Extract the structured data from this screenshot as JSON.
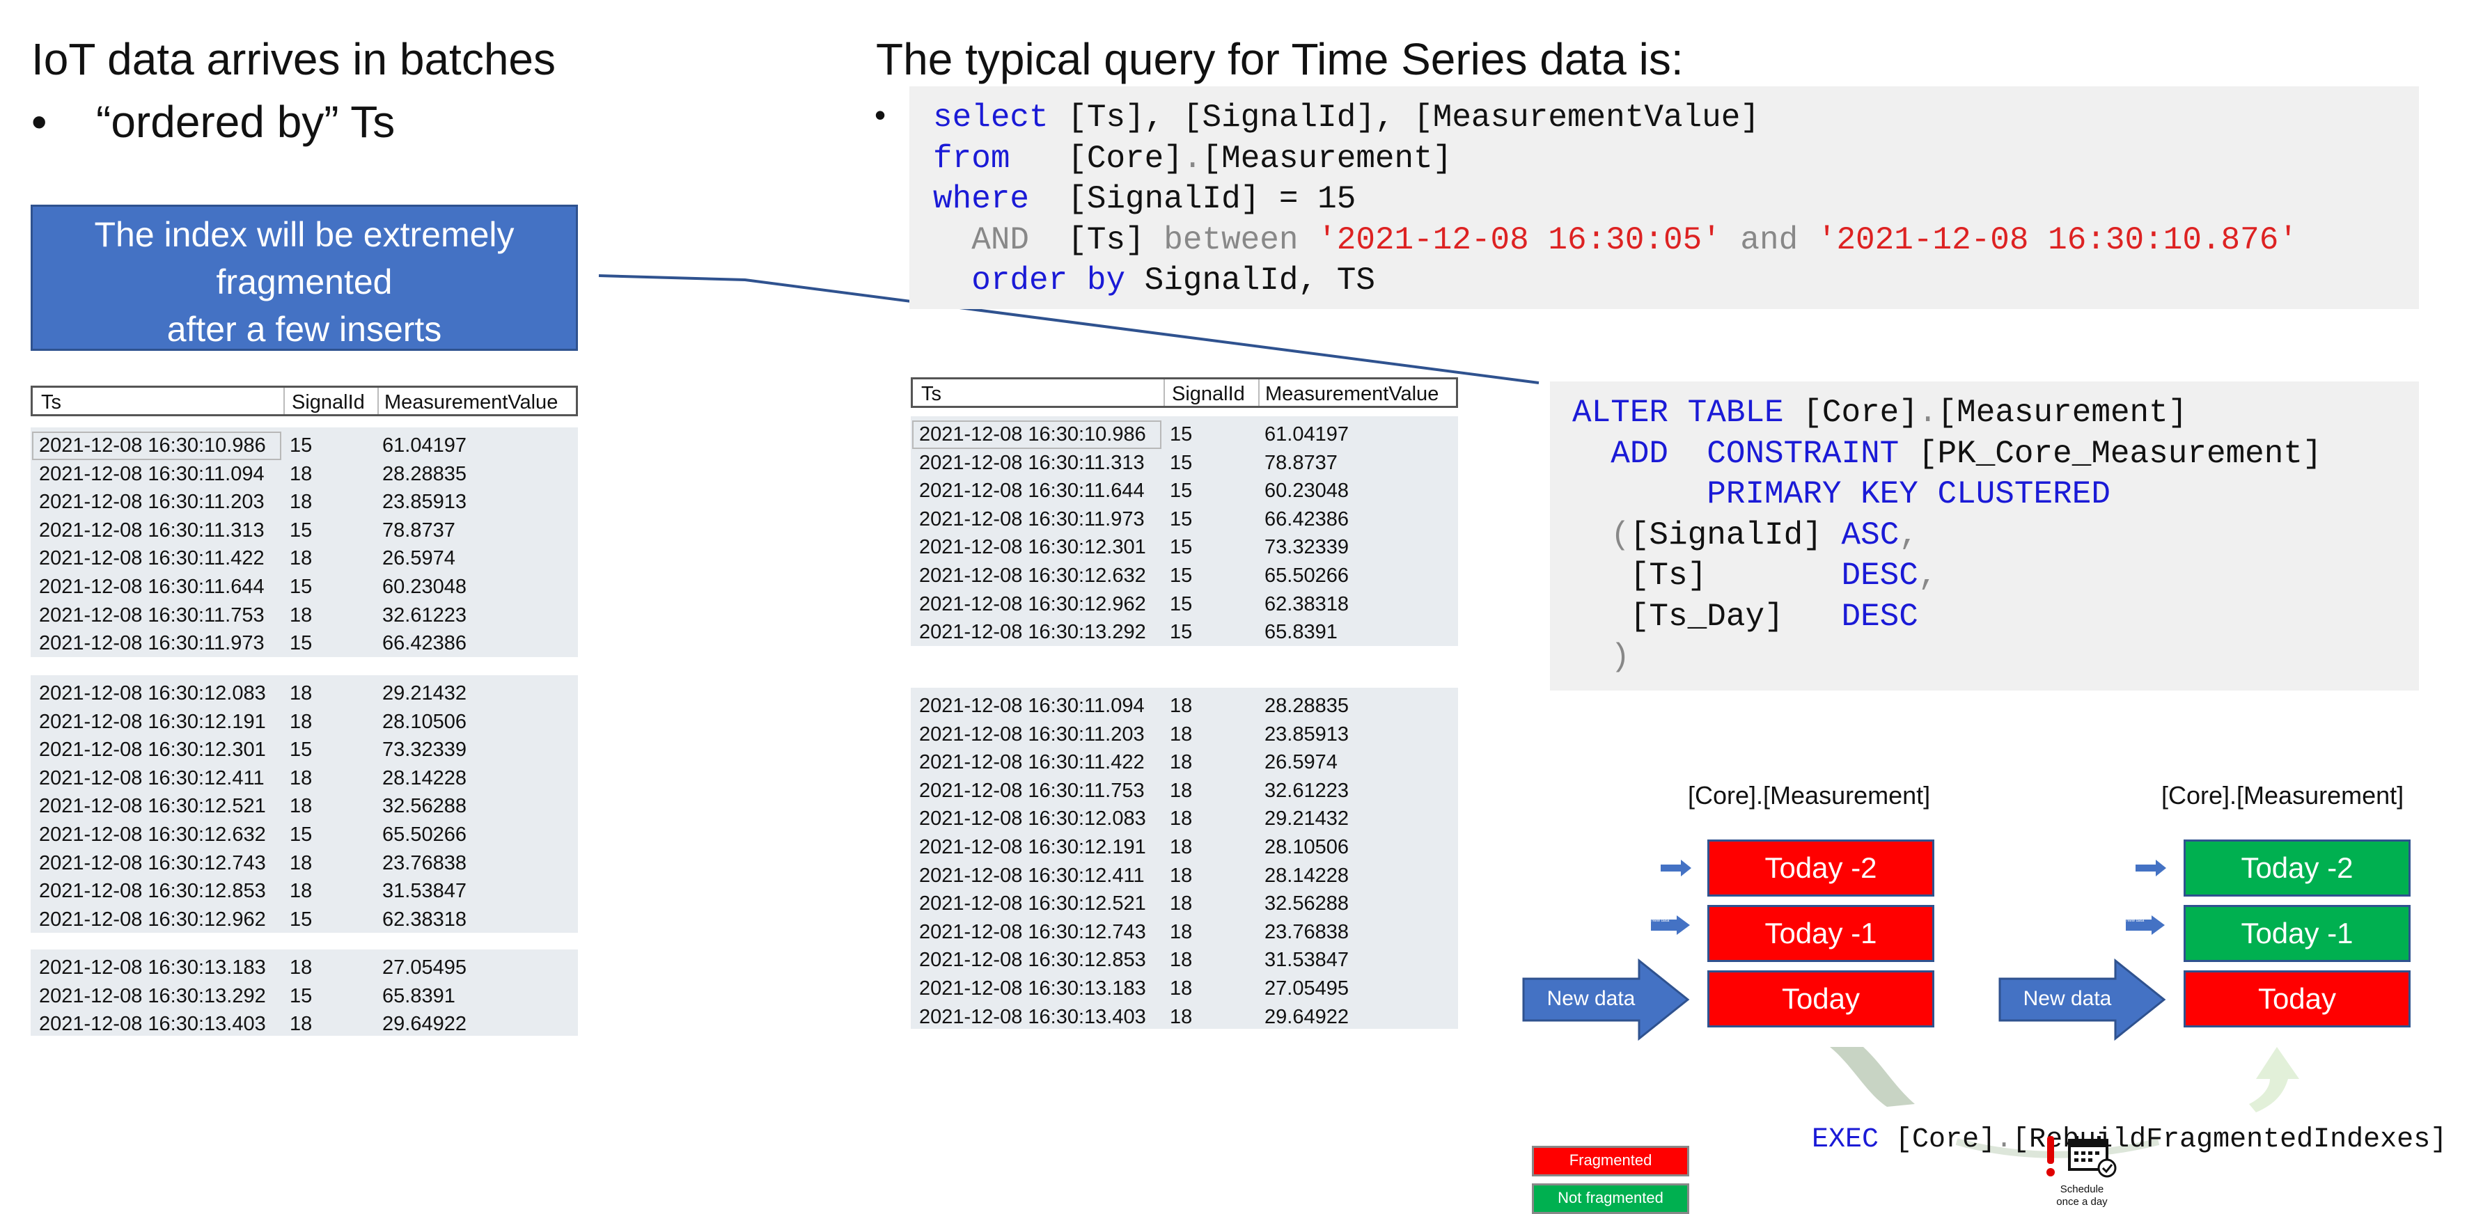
{
  "left": {
    "heading": "IoT data arrives in batches",
    "bullet": "“ordered by” Ts",
    "callout_lines": [
      "The index will be extremely",
      "fragmented",
      "after a few inserts"
    ],
    "columns": [
      "Ts",
      "SignalId",
      "MeasurementValue"
    ],
    "blocks": [
      [
        [
          "2021-12-08 16:30:10.986",
          "15",
          "61.04197"
        ],
        [
          "2021-12-08 16:30:11.094",
          "18",
          "28.28835"
        ],
        [
          "2021-12-08 16:30:11.203",
          "18",
          "23.85913"
        ],
        [
          "2021-12-08 16:30:11.313",
          "15",
          "78.8737"
        ],
        [
          "2021-12-08 16:30:11.422",
          "18",
          "26.5974"
        ],
        [
          "2021-12-08 16:30:11.644",
          "15",
          "60.23048"
        ],
        [
          "2021-12-08 16:30:11.753",
          "18",
          "32.61223"
        ],
        [
          "2021-12-08 16:30:11.973",
          "15",
          "66.42386"
        ]
      ],
      [
        [
          "2021-12-08 16:30:12.083",
          "18",
          "29.21432"
        ],
        [
          "2021-12-08 16:30:12.191",
          "18",
          "28.10506"
        ],
        [
          "2021-12-08 16:30:12.301",
          "15",
          "73.32339"
        ],
        [
          "2021-12-08 16:30:12.411",
          "18",
          "28.14228"
        ],
        [
          "2021-12-08 16:30:12.521",
          "18",
          "32.56288"
        ],
        [
          "2021-12-08 16:30:12.632",
          "15",
          "65.50266"
        ],
        [
          "2021-12-08 16:30:12.743",
          "18",
          "23.76838"
        ],
        [
          "2021-12-08 16:30:12.853",
          "18",
          "31.53847"
        ],
        [
          "2021-12-08 16:30:12.962",
          "15",
          "62.38318"
        ]
      ],
      [
        [
          "2021-12-08 16:30:13.183",
          "18",
          "27.05495"
        ],
        [
          "2021-12-08 16:30:13.292",
          "15",
          "65.8391"
        ],
        [
          "2021-12-08 16:30:13.403",
          "18",
          "29.64922"
        ]
      ]
    ]
  },
  "right": {
    "heading": "The typical query for Time Series data is:",
    "query_lines": [
      [
        {
          "t": "select ",
          "c": "kw"
        },
        {
          "t": "[Ts], [SignalId], [MeasurementValue]",
          "c": ""
        }
      ],
      [
        {
          "t": "from   ",
          "c": "kw"
        },
        {
          "t": "[Core]",
          "c": ""
        },
        {
          "t": ".",
          "c": "gr"
        },
        {
          "t": "[Measurement]",
          "c": ""
        }
      ],
      [
        {
          "t": "where  ",
          "c": "kw"
        },
        {
          "t": "[SignalId] = 15",
          "c": ""
        }
      ],
      [
        {
          "t": "  AND  ",
          "c": "gr"
        },
        {
          "t": "[Ts] ",
          "c": ""
        },
        {
          "t": "between ",
          "c": "gr"
        },
        {
          "t": "'2021-12-08 16:30:05'",
          "c": "str"
        },
        {
          "t": " and ",
          "c": "gr"
        },
        {
          "t": "'2021-12-08 16:30:10.876'",
          "c": "str"
        }
      ],
      [
        {
          "t": "  ",
          "c": ""
        },
        {
          "t": "order by ",
          "c": "kw"
        },
        {
          "t": "SignalId, TS",
          "c": ""
        }
      ]
    ],
    "alter_lines": [
      [
        {
          "t": "ALTER TABLE ",
          "c": "kw"
        },
        {
          "t": "[Core]",
          "c": ""
        },
        {
          "t": ".",
          "c": "gr"
        },
        {
          "t": "[Measurement]",
          "c": ""
        }
      ],
      [
        {
          "t": "  ADD  ",
          "c": "kw"
        },
        {
          "t": "CONSTRAINT ",
          "c": "kw"
        },
        {
          "t": "[PK_Core_Measurement]",
          "c": ""
        }
      ],
      [
        {
          "t": "       PRIMARY KEY CLUSTERED",
          "c": "kw"
        }
      ],
      [
        {
          "t": "  ",
          "c": ""
        },
        {
          "t": "(",
          "c": "gr"
        },
        {
          "t": "[SignalId] ",
          "c": ""
        },
        {
          "t": "ASC",
          "c": "kw"
        },
        {
          "t": ",",
          "c": "gr"
        }
      ],
      [
        {
          "t": "   [Ts]       ",
          "c": ""
        },
        {
          "t": "DESC",
          "c": "kw"
        },
        {
          "t": ",",
          "c": "gr"
        }
      ],
      [
        {
          "t": "   [Ts_Day]   ",
          "c": ""
        },
        {
          "t": "DESC",
          "c": "kw"
        }
      ],
      [
        {
          "t": "  )",
          "c": "gr"
        }
      ]
    ],
    "columns": [
      "Ts",
      "SignalId",
      "MeasurementValue"
    ],
    "blocks": [
      [
        [
          "2021-12-08 16:30:10.986",
          "15",
          "61.04197"
        ],
        [
          "2021-12-08 16:30:11.313",
          "15",
          "78.8737"
        ],
        [
          "2021-12-08 16:30:11.644",
          "15",
          "60.23048"
        ],
        [
          "2021-12-08 16:30:11.973",
          "15",
          "66.42386"
        ],
        [
          "2021-12-08 16:30:12.301",
          "15",
          "73.32339"
        ],
        [
          "2021-12-08 16:30:12.632",
          "15",
          "65.50266"
        ],
        [
          "2021-12-08 16:30:12.962",
          "15",
          "62.38318"
        ],
        [
          "2021-12-08 16:30:13.292",
          "15",
          "65.8391"
        ]
      ],
      [
        [
          "2021-12-08 16:30:11.094",
          "18",
          "28.28835"
        ],
        [
          "2021-12-08 16:30:11.203",
          "18",
          "23.85913"
        ],
        [
          "2021-12-08 16:30:11.422",
          "18",
          "26.5974"
        ],
        [
          "2021-12-08 16:30:11.753",
          "18",
          "32.61223"
        ],
        [
          "2021-12-08 16:30:12.083",
          "18",
          "29.21432"
        ],
        [
          "2021-12-08 16:30:12.191",
          "18",
          "28.10506"
        ],
        [
          "2021-12-08 16:30:12.411",
          "18",
          "28.14228"
        ],
        [
          "2021-12-08 16:30:12.521",
          "18",
          "32.56288"
        ],
        [
          "2021-12-08 16:30:12.743",
          "18",
          "23.76838"
        ],
        [
          "2021-12-08 16:30:12.853",
          "18",
          "31.53847"
        ],
        [
          "2021-12-08 16:30:13.183",
          "18",
          "27.05495"
        ],
        [
          "2021-12-08 16:30:13.403",
          "18",
          "29.64922"
        ]
      ]
    ]
  },
  "partitions": {
    "table_title": "[Core].[Measurement]",
    "labels": [
      "Today -2",
      "Today -1",
      "Today"
    ],
    "new_data": "New data",
    "tiny_arrow_text": "New data",
    "before_states": [
      "fragmented",
      "fragmented",
      "fragmented"
    ],
    "after_states": [
      "not-fragmented",
      "not-fragmented",
      "fragmented"
    ],
    "exec_kw": "EXEC ",
    "exec_proc": "[Core]",
    "exec_dot": ".",
    "exec_name": "[RebuildFragmentedIndexes]",
    "schedule_lines": [
      "Schedule",
      "once a day"
    ],
    "legend": {
      "fragmented": "Fragmented",
      "not_fragmented": "Not fragmented"
    },
    "colors": {
      "fragmented": "#ff0000",
      "not_fragmented": "#00b050",
      "arrow": "#4472c4"
    }
  }
}
